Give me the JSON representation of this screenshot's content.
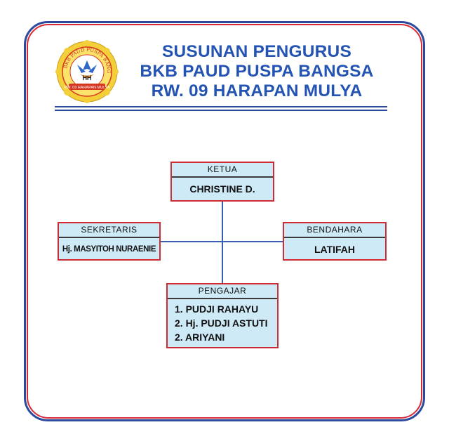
{
  "header": {
    "line1": "SUSUNAN PENGURUS",
    "line2": "BKB PAUD PUSPA BANGSA",
    "line3": "RW. 09 HARAPAN MULYA"
  },
  "logo": {
    "icon": "flower-emblem-logo",
    "ring_text": "BKB PAUD PUSPA BANGSA",
    "banner_text": "RW. 09 HARAPAN MULYA"
  },
  "org": {
    "ketua": {
      "role": "KETUA",
      "name": "CHRISTINE D."
    },
    "sekretaris": {
      "role": "SEKRETARIS",
      "name": "Hj. MASYITOH NURAENIE"
    },
    "bendahara": {
      "role": "BENDAHARA",
      "name": "LATIFAH"
    },
    "pengajar": {
      "role": "PENGAJAR",
      "members": [
        "1. PUDJI RAHAYU",
        "2. Hj. PUDJI ASTUTI",
        "2. ARIYANI"
      ]
    }
  },
  "colors": {
    "title": "#2353b3",
    "frame_outer": "#2b4a9b",
    "frame_inner": "#d62a36",
    "box_fill": "#cfeaf7",
    "box_border": "#cf2b35",
    "connector": "#3a5fb0"
  }
}
